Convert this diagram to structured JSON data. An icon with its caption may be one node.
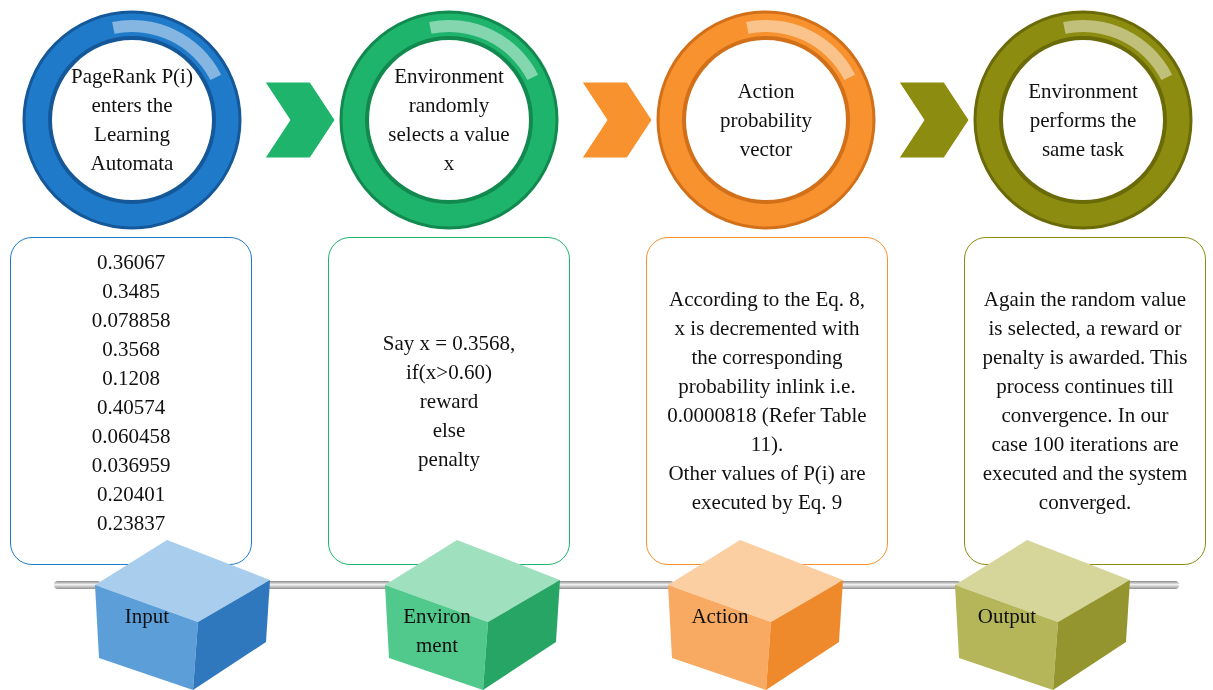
{
  "diagram": {
    "nodes": [
      {
        "text": [
          "PageRank P(i) enters the Learning Automata"
        ]
      },
      {
        "text": [
          "Environment randomly selects a value x"
        ]
      },
      {
        "text": [
          "Action probability vector"
        ]
      },
      {
        "text": [
          "Environment performs the same task"
        ]
      },
      {
        "text": [
          "0.36067",
          "0.3485",
          "0.078858",
          "0.3568",
          "0.1208",
          "0.40574",
          "0.060458",
          "0.036959",
          "0.20401",
          "0.23837"
        ]
      },
      {
        "text": [
          "Say x =  0.3568,",
          "if(x>0.60)",
          "reward",
          "else",
          "penalty"
        ]
      },
      {
        "text": [
          "According to the Eq. 8, x is decremented with the corresponding probability inlink i.e. 0.0000818 (Refer Table 11).",
          "Other values of P(i) are executed by Eq. 9"
        ]
      },
      {
        "text": [
          "Again the random value is selected, a reward or penalty is awarded. This process continues till convergence. In our case 100 iterations are executed and the system converged."
        ]
      },
      {
        "text": [
          "Input"
        ]
      },
      {
        "text": [
          "Environ ment"
        ]
      },
      {
        "text": [
          "Action"
        ]
      },
      {
        "text": [
          "Output"
        ]
      }
    ],
    "edges": [
      {
        "from": 0,
        "to": 1,
        "arrow": "to",
        "color": "#1eb46c"
      },
      {
        "from": 1,
        "to": 2,
        "arrow": "to",
        "color": "#f7922e"
      },
      {
        "from": 2,
        "to": 3,
        "arrow": "to",
        "color": "#8c8c10"
      },
      {
        "from": null,
        "to": 8,
        "arrow": "none"
      },
      {
        "from": 8,
        "to": 9,
        "arrow": "none"
      },
      {
        "from": 9,
        "to": 10,
        "arrow": "none"
      },
      {
        "from": 10,
        "to": 11,
        "arrow": "none"
      },
      {
        "from": 11,
        "to": null,
        "arrow": "none"
      }
    ]
  }
}
